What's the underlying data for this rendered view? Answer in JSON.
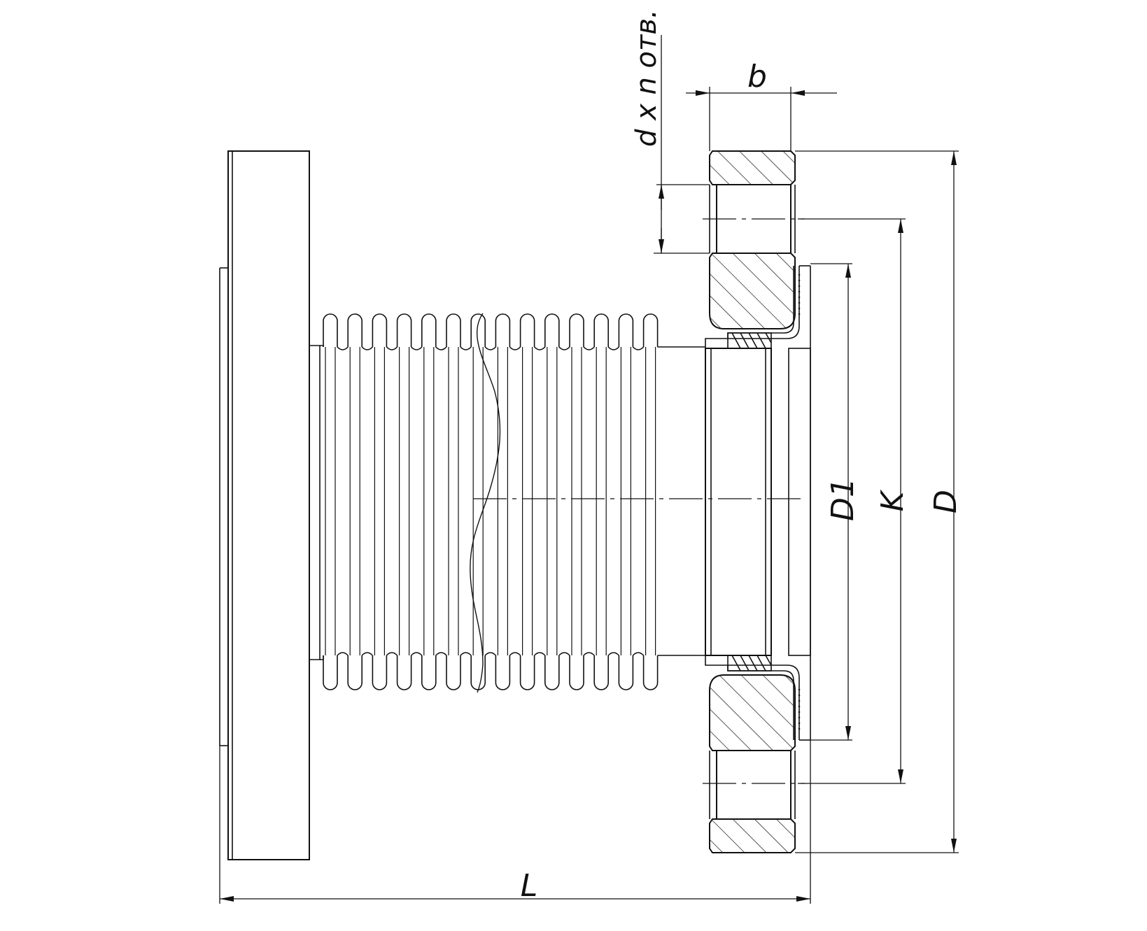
{
  "drawing": {
    "labels": {
      "b": "b",
      "holes": "d x n отв.",
      "D1": "D1",
      "K": "K",
      "D": "D",
      "L": "L"
    },
    "convolution_count": 14,
    "line_color": "#111111",
    "background": "#ffffff"
  }
}
